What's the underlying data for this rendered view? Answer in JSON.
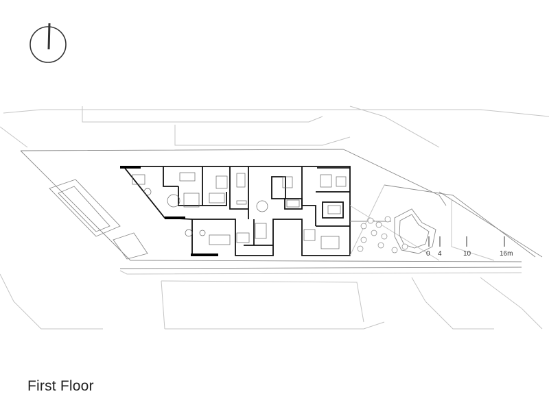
{
  "drawing": {
    "title": "First Floor",
    "north_arrow": "north-arrow-icon"
  },
  "scale_bar": {
    "labels": [
      "0",
      "4",
      "10",
      "16m"
    ],
    "values": [
      0,
      4,
      10,
      16
    ]
  },
  "colors": {
    "walls": "#111111",
    "context_lines": "#c4c4c4",
    "background": "#ffffff"
  }
}
